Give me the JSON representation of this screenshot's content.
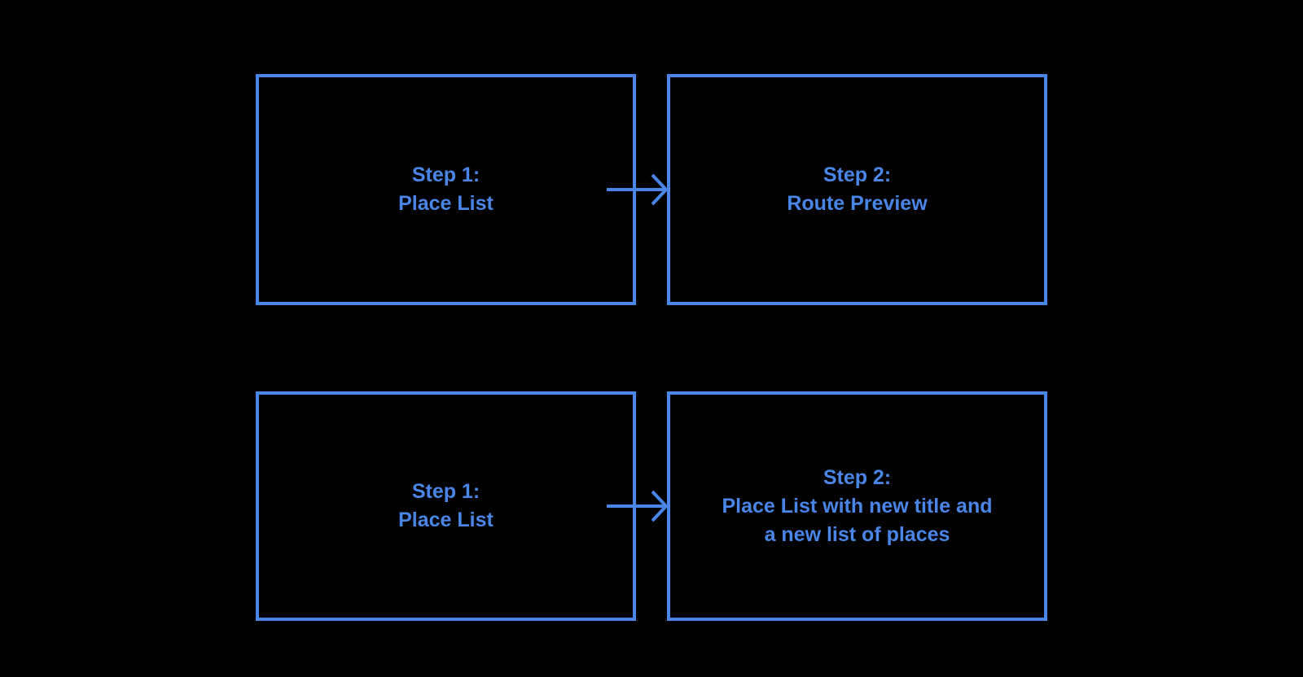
{
  "diagram": {
    "background_color": "#000000",
    "accent_color": "#4a86e8",
    "boxes": [
      {
        "id": "step1-top",
        "lines": [
          "Step 1:",
          "Place List"
        ]
      },
      {
        "id": "step2-top",
        "lines": [
          "Step 2:",
          "Route Preview"
        ]
      },
      {
        "id": "step1-bottom",
        "lines": [
          "Step 1:",
          "Place List"
        ]
      },
      {
        "id": "step2-bottom",
        "lines": [
          "Step 2:",
          "Place List with new title and",
          "a new list of places"
        ]
      }
    ],
    "arrows": [
      {
        "icon": "arrow-right-icon",
        "from": "step1-top",
        "to": "step2-top"
      },
      {
        "icon": "arrow-right-icon",
        "from": "step1-bottom",
        "to": "step2-bottom"
      }
    ]
  }
}
